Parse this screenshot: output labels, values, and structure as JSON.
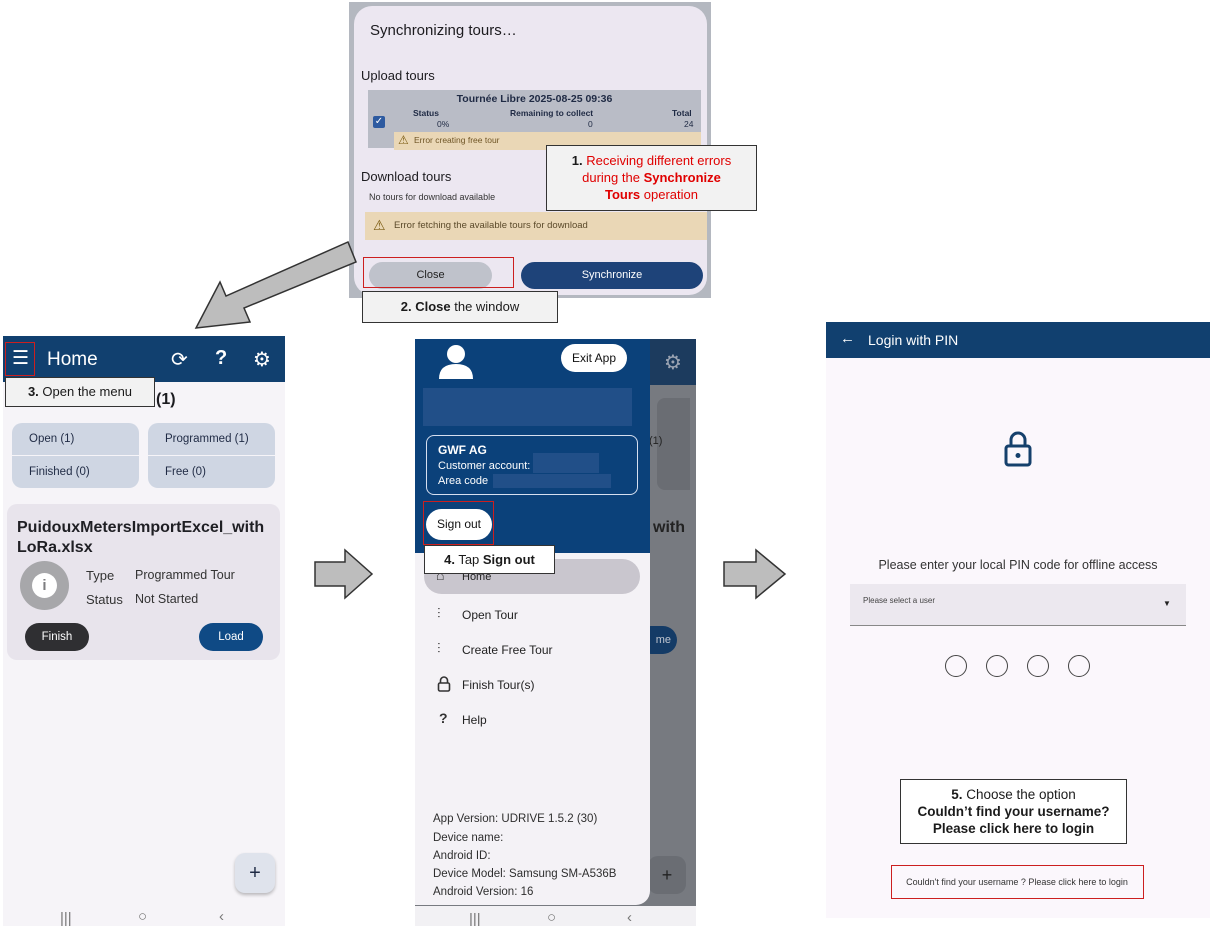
{
  "dialog": {
    "title": "Synchronizing tours…",
    "upload_title": "Upload tours",
    "tour_name": "Tournée Libre 2025-08-25 09:36",
    "col_status": "Status",
    "col_remaining": "Remaining to collect",
    "col_total": "Total",
    "val_status": "0%",
    "val_remaining": "0",
    "val_total": "24",
    "error_free_tour": "Error creating free tour",
    "download_title": "Download tours",
    "no_tours": "No tours for download available",
    "error_fetching": "Error fetching the available tours for download",
    "close_label": "Close",
    "sync_label": "Synchronize"
  },
  "callouts": {
    "c1_num": "1.",
    "c1_line1": "Receiving different errors",
    "c1_line2_a": "during the ",
    "c1_line2_b": "Synchronize",
    "c1_line3_a": "Tours",
    "c1_line3_b": " operation",
    "c2_num": "2.",
    "c2_bold": "Close",
    "c2_rest": " the window",
    "c3_num": "3.",
    "c3_rest": " Open the menu",
    "c4_num": "4.",
    "c4_a": " Tap ",
    "c4_bold": "Sign out",
    "c5_num": "5.",
    "c5_a": " Choose the option",
    "c5_line2": "Couldn’t find your username?",
    "c5_line3": "Please click here to login"
  },
  "home": {
    "title": "Home",
    "count_label": "(1)",
    "chips": {
      "open": "Open (1)",
      "programmed": "Programmed (1)",
      "finished": "Finished (0)",
      "free": "Free (0)"
    },
    "card": {
      "title_line1": "PuidouxMetersImportExcel_with",
      "title_line2": "LoRa.xlsx",
      "type_key": "Type",
      "type_val": "Programmed Tour",
      "status_key": "Status",
      "status_val": "Not Started",
      "finish_label": "Finish",
      "load_label": "Load"
    },
    "fab": "+"
  },
  "menu": {
    "exit_label": "Exit App",
    "company": "GWF AG",
    "customer_account": "Customer account:",
    "area_code": "Area code",
    "signout_label": "Sign out",
    "items": {
      "home": "Home",
      "open_tour": "Open Tour",
      "create_free_tour": "Create Free Tour",
      "finish_tours": "Finish Tour(s)",
      "help": "Help"
    },
    "footer": {
      "app_version": "App Version: UDRIVE 1.5.2 (30)",
      "device_name": "Device name:",
      "android_id": "Android ID:",
      "device_model": "Device Model: Samsung SM-A536B",
      "android_version": "Android Version: 16"
    },
    "behind_count": "(1)",
    "behind_with": "with",
    "behind_me": "me",
    "fab": "+"
  },
  "login": {
    "title": "Login with PIN",
    "prompt": "Please enter your local PIN code for offline access",
    "select_label": "Please select a user",
    "link_text": "Couldn't find your username ? Please click here to login"
  },
  "colors": {
    "app_blue": "#11406f",
    "accent_red": "#e00000",
    "warning_bg": "#ead7b6"
  }
}
